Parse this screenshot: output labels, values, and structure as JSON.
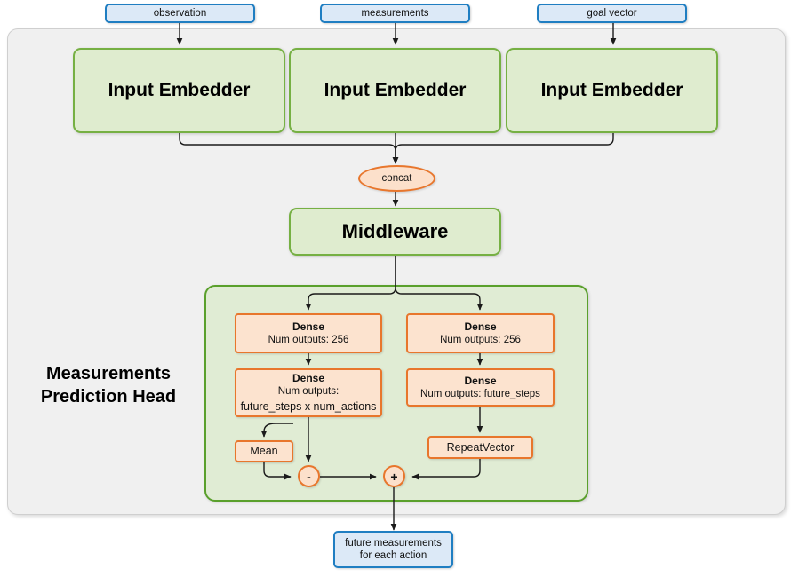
{
  "diagram": {
    "title_label": "Measurements\nPrediction Head",
    "inputs": [
      {
        "label": "observation"
      },
      {
        "label": "measurements"
      },
      {
        "label": "goal vector"
      }
    ],
    "embedders": [
      {
        "label": "Input Embedder"
      },
      {
        "label": "Input Embedder"
      },
      {
        "label": "Input Embedder"
      }
    ],
    "concat": {
      "label": "concat"
    },
    "middleware": {
      "label": "Middleware"
    },
    "head": {
      "title_line1": "Measurements",
      "title_line2": "Prediction Head",
      "left_branch": [
        {
          "title": "Dense",
          "line1": "Num outputs: 256",
          "line2": ""
        },
        {
          "title": "Dense",
          "line1": "Num outputs:",
          "line2": "future_steps x num_actions"
        }
      ],
      "right_branch": [
        {
          "title": "Dense",
          "line1": "Num outputs: 256",
          "line2": ""
        },
        {
          "title": "Dense",
          "line1": "Num outputs: future_steps",
          "line2": ""
        }
      ],
      "mean": {
        "label": "Mean"
      },
      "repeat_vector": {
        "label": "RepeatVector"
      },
      "subtract_op": {
        "label": "-"
      },
      "add_op": {
        "label": "+"
      }
    },
    "output": {
      "line1": "future measurements",
      "line2": "for each action"
    },
    "colors": {
      "io_fill": "#dce9f7",
      "io_border": "#1f7ec2",
      "green_fill": "#dfeccf",
      "green_border": "#76b043",
      "head_fill": "#e0ecd4",
      "head_border": "#5aa02c",
      "orange_fill": "#fce3cf",
      "orange_border": "#e8762c",
      "panel_fill": "#f0f0f0",
      "edge": "#1a1a1a"
    }
  }
}
